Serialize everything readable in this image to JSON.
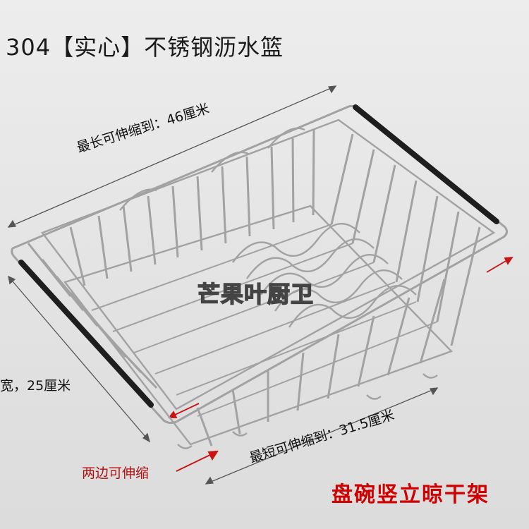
{
  "title": "304【实心】不锈钢沥水篮",
  "labels": {
    "max_length": "最长可伸缩到：46厘米",
    "width": "宽，25厘米",
    "min_length": "最短可伸缩到：31.5厘米",
    "both_sides": "两边可伸缩",
    "product_type": "盘碗竖立晾干架"
  },
  "watermark": "芒果叶厨卫",
  "colors": {
    "background": "#e4e4e4",
    "wire": "#9a9a9a",
    "grip": "#1e1e1e",
    "arrow_red": "#c81414",
    "highlight_red": "#d00000"
  }
}
